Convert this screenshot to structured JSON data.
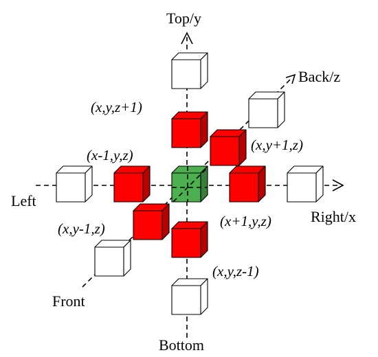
{
  "axes": {
    "top": "Top/y",
    "bottom": "Bottom",
    "left": "Left",
    "right": "Right/x",
    "back": "Back/z",
    "front": "Front"
  },
  "labels": {
    "z_plus": "(x,y,z+1)",
    "x_minus": "(x-1,y,z)",
    "y_plus": "(x,y+1,z)",
    "x_plus": "(x+1,y,z)",
    "y_minus": "(x,y-1,z)",
    "z_minus": "(x,y,z-1)"
  },
  "colors": {
    "center": "#4caf50",
    "neighbor": "#ff0000",
    "outer": "#ffffff"
  },
  "cubes": [
    {
      "id": "top-outer",
      "kind": "outer"
    },
    {
      "id": "back-outer",
      "kind": "outer"
    },
    {
      "id": "left-outer",
      "kind": "outer"
    },
    {
      "id": "right-outer",
      "kind": "outer"
    },
    {
      "id": "front-outer",
      "kind": "outer"
    },
    {
      "id": "bottom-outer",
      "kind": "outer"
    },
    {
      "id": "z-plus",
      "kind": "neighbor"
    },
    {
      "id": "y-plus",
      "kind": "neighbor"
    },
    {
      "id": "x-minus",
      "kind": "neighbor"
    },
    {
      "id": "center",
      "kind": "center"
    },
    {
      "id": "x-plus",
      "kind": "neighbor"
    },
    {
      "id": "y-minus",
      "kind": "neighbor"
    },
    {
      "id": "z-minus",
      "kind": "neighbor"
    }
  ]
}
